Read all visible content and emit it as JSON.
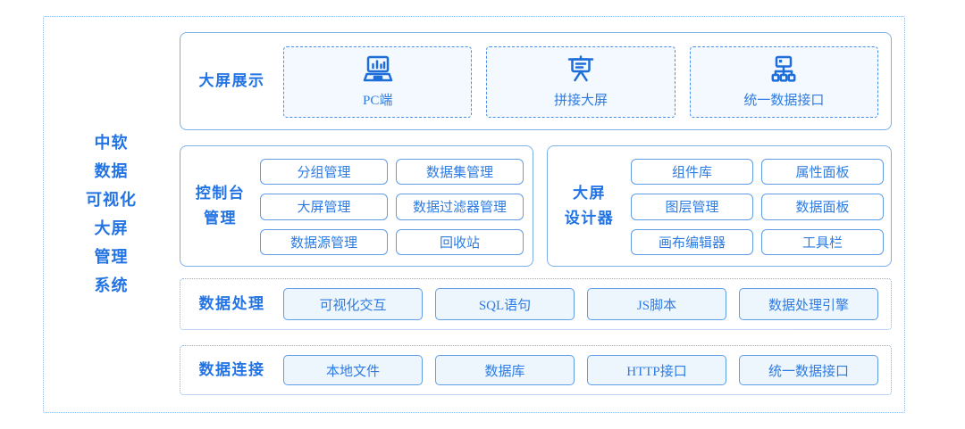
{
  "colors": {
    "accent_blue": "#2273e4",
    "item_text": "#2e7ce2",
    "icon_blue": "#1e6ed9",
    "section_border": "#7dafe8",
    "item_border": "#5f9de6",
    "dashed_border": "#4a90e8",
    "outer_dotted": "#8fb9ec",
    "light_fill": "#f3f9fe",
    "pill_fill": "#edf5fd"
  },
  "title": {
    "lines": [
      "中软",
      "数据",
      "可视化",
      "大屏",
      "管理",
      "系统"
    ]
  },
  "sections": {
    "display": {
      "label": "大屏展示",
      "items": [
        {
          "label": "PC端",
          "icon": "pc-chart-icon"
        },
        {
          "label": "拼接大屏",
          "icon": "projection-screen-icon"
        },
        {
          "label": "统一数据接口",
          "icon": "network-topology-icon"
        }
      ]
    },
    "console": {
      "label_lines": [
        "控制台",
        "管理"
      ],
      "items": [
        "分组管理",
        "数据集管理",
        "大屏管理",
        "数据过滤器管理",
        "数据源管理",
        "回收站"
      ]
    },
    "designer": {
      "label_lines": [
        "大屏",
        "设计器"
      ],
      "items": [
        "组件库",
        "属性面板",
        "图层管理",
        "数据面板",
        "画布编辑器",
        "工具栏"
      ]
    },
    "processing": {
      "label": "数据处理",
      "items": [
        "可视化交互",
        "SQL语句",
        "JS脚本",
        "数据处理引擎"
      ]
    },
    "connection": {
      "label": "数据连接",
      "items": [
        "本地文件",
        "数据库",
        "HTTP接口",
        "统一数据接口"
      ]
    }
  }
}
